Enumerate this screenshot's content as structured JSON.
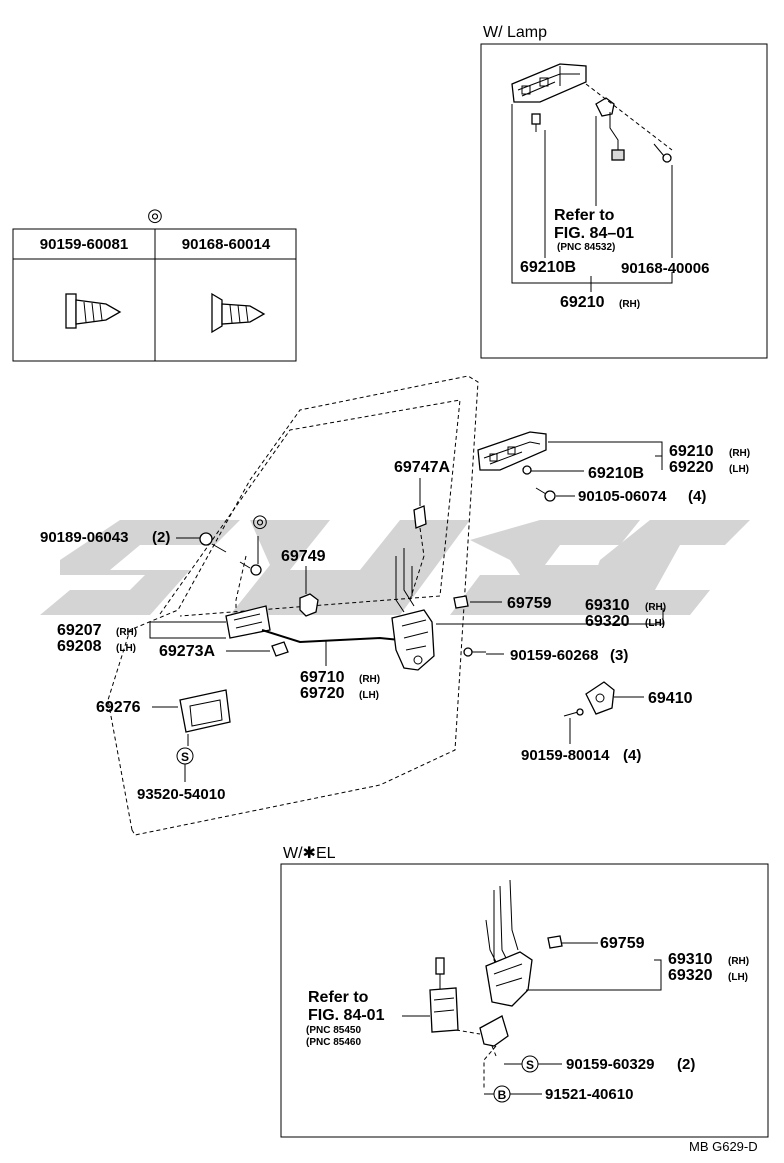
{
  "section_lamp": {
    "title": "W/ Lamp",
    "refer_line1": "Refer to",
    "refer_line2": "FIG. 84–01",
    "refer_pnc": "(PNC 84532)",
    "part_a": "69210B",
    "part_b": "90168-40006",
    "part_total": "69210",
    "part_total_suffix": "(RH)"
  },
  "fastener_table": {
    "symbol": "◎",
    "col1": "90159-60081",
    "col2": "90168-60014"
  },
  "main": {
    "p69747a": "69747A",
    "p69210": "69210",
    "p69210_suffix": "(RH)",
    "p69220": "69220",
    "p69220_suffix": "(LH)",
    "p69210b": "69210B",
    "p90105": "90105-06074",
    "p90105_qty": "(4)",
    "p90189": "90189-06043",
    "p90189_qty": "(2)",
    "p69749": "69749",
    "p69759": "69759",
    "p69310": "69310",
    "p69310_suffix": "(RH)",
    "p69320": "69320",
    "p69320_suffix": "(LH)",
    "p69207": "69207",
    "p69207_suffix": "(RH)",
    "p69208": "69208",
    "p69208_suffix": "(LH)",
    "p69273a": "69273A",
    "p90159_60268": "90159-60268",
    "p90159_60268_qty": "(3)",
    "p69710": "69710",
    "p69710_suffix": "(RH)",
    "p69720": "69720",
    "p69720_suffix": "(LH)",
    "p69276": "69276",
    "p69410": "69410",
    "p90159_80014": "90159-80014",
    "p90159_80014_qty": "(4)",
    "sym_s": "S",
    "p93520": "93520-54010"
  },
  "section_el": {
    "title": "W/✱EL",
    "p69759": "69759",
    "p69310": "69310",
    "p69310_suffix": "(RH)",
    "p69320": "69320",
    "p69320_suffix": "(LH)",
    "refer_line1": "Refer to",
    "refer_line2": "FIG. 84-01",
    "refer_pnc1": "(PNC 85450",
    "refer_pnc2": "(PNC 85460",
    "sym_s": "S",
    "p90159_60329": "90159-60329",
    "p90159_60329_qty": "(2)",
    "sym_b": "B",
    "p91521": "91521-40610"
  },
  "footer": {
    "code": "MB G629-D"
  }
}
